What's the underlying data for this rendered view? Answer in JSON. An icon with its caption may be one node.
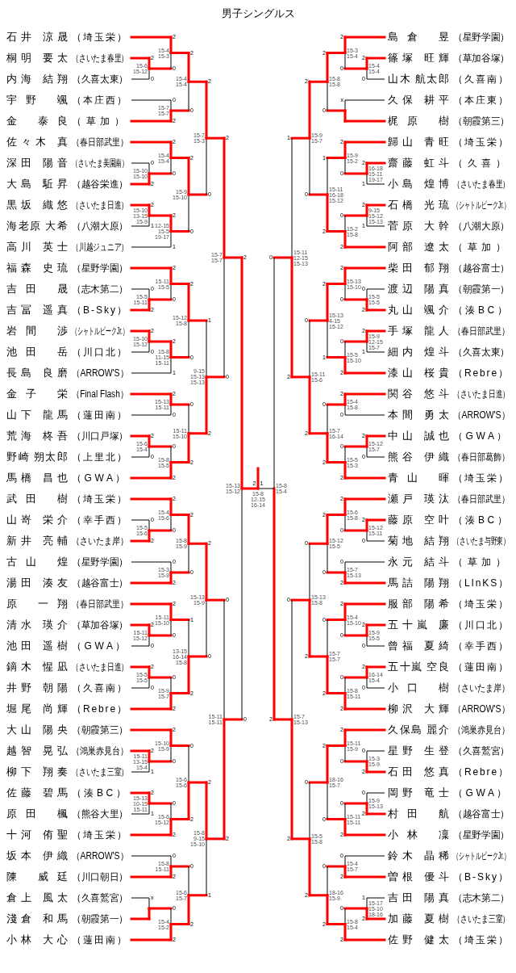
{
  "diagram": {
    "title": "男子シングルス",
    "nodes": [
      {
        "text": [
          "石井 涼晟",
          "（埼玉栄）"
        ]
      },
      {
        "text": [
          "桐明 要太",
          "（さいたま春里）"
        ]
      },
      {
        "text": [
          "内海 結翔",
          "（久喜太東）"
        ]
      },
      {
        "text": [
          "宇野 颯",
          "（本庄西）"
        ]
      },
      {
        "text": [
          "金 泰良",
          "（草加）"
        ]
      },
      {
        "text": [
          "佐々木 真",
          "（春日部武里）"
        ]
      },
      {
        "text": [
          "深田 陽音",
          "（さいたま美園南）"
        ]
      },
      {
        "text": [
          "大島 駈昇",
          "（越谷栄進）"
        ]
      },
      {
        "text": [
          "黒坂 織悠",
          "（さいたま日進）"
        ]
      },
      {
        "text": [
          "海老原 大希",
          "（八潮大原）"
        ]
      },
      {
        "text": [
          "高川 英士",
          "（川越ジュニア）"
        ]
      },
      {
        "text": [
          "福森 史琉",
          "（星野学園）"
        ]
      },
      {
        "text": [
          "吉田 晟",
          "（志木第二）"
        ]
      },
      {
        "text": [
          "吉冨 遥真",
          "（B-Sky）"
        ]
      },
      {
        "text": [
          "岩間 渉",
          "（シャトルピークJr.）"
        ]
      },
      {
        "text": [
          "池田 岳",
          "（川口北）"
        ]
      },
      {
        "text": [
          "長島 良磨",
          "（ARROW'S）"
        ]
      },
      {
        "text": [
          "金子 栄",
          "（Final Flash）"
        ]
      },
      {
        "text": [
          "山下 龍馬",
          "（蓮田南）"
        ]
      },
      {
        "text": [
          "荒海 柊吾",
          "（川口戸塚）"
        ]
      },
      {
        "text": [
          "野崎 朔太郎",
          "（上里北）"
        ]
      },
      {
        "text": [
          "馬橋 昌也",
          "（GWA）"
        ]
      },
      {
        "text": [
          "武田 樹",
          "（埼玉栄）"
        ]
      },
      {
        "text": [
          "山嵜 栄介",
          "（幸手西）"
        ]
      },
      {
        "text": [
          "新井 亮輔",
          "（さいたま岸）"
        ]
      },
      {
        "text": [
          "古山 煌",
          "（星野学園）"
        ]
      },
      {
        "text": [
          "湯田 湊友",
          "（越谷富士）"
        ]
      },
      {
        "text": [
          "原 一翔",
          "（春日部武里）"
        ]
      },
      {
        "text": [
          "清水 瑛介",
          "（草加谷塚）"
        ]
      },
      {
        "text": [
          "池田 遥樹",
          "（GWA）"
        ]
      },
      {
        "text": [
          "鏑木 惺凪",
          "（さいたま日進）"
        ]
      },
      {
        "text": [
          "井野 朝陽",
          "（久喜南）"
        ]
      },
      {
        "text": [
          "堀尾 尚輝",
          "（Rebre）"
        ]
      },
      {
        "text": [
          "大山 陽央",
          "（朝霞第三）"
        ]
      },
      {
        "text": [
          "越智 晃弘",
          "（鴻巣赤見台）"
        ]
      },
      {
        "text": [
          "柳下 翔奏",
          "（さいたま三室）"
        ]
      },
      {
        "text": [
          "佐藤 碧馬",
          "（湊BC）"
        ]
      },
      {
        "text": [
          "原田 楓",
          "（熊谷大里）"
        ]
      },
      {
        "text": [
          "十河 侑聖",
          "（埼玉栄）"
        ]
      },
      {
        "text": [
          "坂本 伊織",
          "（ARROW'S）"
        ]
      },
      {
        "text": [
          "陳 威廷",
          "（川口朝日）"
        ]
      },
      {
        "text": [
          "倉上 風太",
          "（久喜鷲宮）"
        ]
      },
      {
        "text": [
          "淺倉 和馬",
          "（朝霞第一）"
        ]
      },
      {
        "text": [
          "小林 大心",
          "（蓮田南）"
        ]
      },
      {
        "text": [
          "島倉 昱",
          "（星野学園）"
        ]
      },
      {
        "text": [
          "篠塚 旺輝",
          "（草加谷塚）"
        ]
      },
      {
        "text": [
          "山木 航太郎",
          "（久喜南）"
        ]
      },
      {
        "text": [
          "久保 耕平",
          "（本庄東）"
        ]
      },
      {
        "text": [
          "梶原 樹",
          "（朝霞第三）"
        ]
      },
      {
        "text": [
          "歸山 青旺",
          "（埼玉栄）"
        ]
      },
      {
        "text": [
          "齋藤 虹斗",
          "（久喜）"
        ]
      },
      {
        "text": [
          "小島 煌博",
          "（さいたま春里）"
        ]
      },
      {
        "text": [
          "石橋 光琉",
          "（シャトルピークJr.）"
        ]
      },
      {
        "text": [
          "菅原 大幹",
          "（八潮大原）"
        ]
      },
      {
        "text": [
          "阿部 遼太",
          "（草加）"
        ]
      },
      {
        "text": [
          "柴田 郁翔",
          "（越谷富士）"
        ]
      },
      {
        "text": [
          "渡辺 陽真",
          "（朝霞第一）"
        ]
      },
      {
        "text": [
          "丸山 颯介",
          "（湊BC）"
        ]
      },
      {
        "text": [
          "手塚 龍人",
          "（春日部武里）"
        ]
      },
      {
        "text": [
          "細内 煌斗",
          "（久喜太東）"
        ]
      },
      {
        "text": [
          "漆山 桜貴",
          "（Rebre）"
        ]
      },
      {
        "text": [
          "関谷 悠斗",
          "（さいたま日進）"
        ]
      },
      {
        "text": [
          "本間 勇太",
          "（ARROW'S）"
        ]
      },
      {
        "text": [
          "中山 誠也",
          "（GWA）"
        ]
      },
      {
        "text": [
          "熊谷 伊織",
          "（春日部葛飾）"
        ]
      },
      {
        "text": [
          "青山 暉",
          "（埼玉栄）"
        ]
      },
      {
        "text": [
          "瀬戸 瑛汰",
          "（春日部武里）"
        ]
      },
      {
        "text": [
          "藤原 空叶",
          "（湊BC）"
        ]
      },
      {
        "text": [
          "菊地 結翔",
          "（さいたま与野東）"
        ]
      },
      {
        "text": [
          "永元 結斗",
          "（草加）"
        ]
      },
      {
        "text": [
          "馬詰 陽翔",
          "（LInKS）"
        ]
      },
      {
        "text": [
          "服部 陽希",
          "（埼玉栄）"
        ]
      },
      {
        "text": [
          "五十嵐 廉",
          "（川口北）"
        ]
      },
      {
        "text": [
          "曾福 夏綺",
          "（幸手西）"
        ]
      },
      {
        "text": [
          "五十嵐 空良",
          "（蓮田南）"
        ]
      },
      {
        "text": [
          "小口 樹",
          "（さいたま岸）"
        ]
      },
      {
        "text": [
          "柳沢 大輝",
          "（ARROW'S）"
        ]
      },
      {
        "text": [
          "久保島 麗介",
          "（鴻巣赤見台）"
        ]
      },
      {
        "text": [
          "星野 生登",
          "（久喜鷲宮）"
        ]
      },
      {
        "text": [
          "石田 悠真",
          "（Rebre）"
        ]
      },
      {
        "text": [
          "岡野 竜士",
          "（GWA）"
        ]
      },
      {
        "text": [
          "村田 航",
          "（越谷富士）"
        ]
      },
      {
        "text": [
          "小林 凜",
          "（星野学園）"
        ]
      },
      {
        "text": [
          "鈴木 晶稀",
          "（シャトルピークJr.）"
        ]
      },
      {
        "text": [
          "曽根 優斗",
          "（B-Sky）"
        ]
      },
      {
        "text": [
          "吉田 陽真",
          "（志木第二）"
        ]
      },
      {
        "text": [
          "加藤 夏樹",
          "（さいたま三室）"
        ]
      },
      {
        "text": [
          "佐野 健太",
          "（埼玉栄）"
        ]
      }
    ],
    "labels": [
      "2",
      "15-6 15-12",
      "0",
      "2",
      "15-4 15-3",
      "0",
      "0",
      "15-7 15-7",
      "2",
      "2",
      "15-4 15-4",
      "0",
      "0",
      "15-10 15-10",
      "2",
      "2",
      "15-4 15-4",
      "0",
      "2",
      "15-10 13-15 15-9",
      "1",
      "2",
      "12-15 15-5 19-17",
      "1",
      "2",
      "15-9 15-10",
      "0",
      "2",
      "15-7 15-3",
      "0",
      "0",
      "15-5 15-11",
      "2",
      "2",
      "15-11 15-5",
      "0",
      "2",
      "15-10 15-12",
      "0",
      "2",
      "15-8 11-15 15-11",
      "1",
      "2",
      "15-12 15-8",
      "0",
      "2",
      "15-13 15-11",
      "0",
      "2",
      "15-6 15-4",
      "0",
      "0",
      "15-8 15-5",
      "2",
      "0",
      "15-11 15-10",
      "2",
      "1",
      "9-15 15-13 15-13",
      "2",
      "2",
      "15-7 15-7",
      "0",
      "0",
      "15-5 15-6",
      "2",
      "2",
      "15-4 15-6",
      "0",
      "0",
      "15-3 15-9",
      "2",
      "2",
      "15-8 15-9",
      "0",
      "2",
      "15-11 15-12",
      "0",
      "2",
      "15-11 15-10",
      "0",
      "2",
      "15-5 15-5",
      "0",
      "0",
      "15-9 15-7",
      "2",
      "1",
      "13-15 16-14 15-8",
      "2",
      "2",
      "15-13 15-9",
      "0",
      "2",
      "15-11 13-15 15-4",
      "1",
      "2",
      "15-10 15-9",
      "0",
      "2",
      "15-13 10-15 15-11",
      "1",
      "0",
      "15-6 15-12",
      "2",
      "0",
      "15-6 15-6",
      "2",
      "0",
      "15-8 15-11",
      "2",
      "x",
      "0",
      "15-4 15-2",
      "2",
      "0",
      "15-6 15-7",
      "2",
      "2",
      "15-8 9-15 15-10",
      "1",
      "0",
      "15-11 15-11",
      "2",
      "2",
      "15-13 15-12",
      "0",
      "2",
      "1",
      "15-8 12-15 16-14",
      "2",
      "15-4 15-4",
      "0",
      "2",
      "15-3 15-4",
      "0",
      "x",
      "2",
      "15-8 15-8",
      "0",
      "2",
      "16-18 15-11 19-17",
      "1",
      "2",
      "15-9 15-2",
      "0",
      "2",
      "9-15 15-12 15-13",
      "1",
      "0",
      "15-2 15-8",
      "2",
      "1",
      "15-11 16-18 15-12",
      "2",
      "2",
      "15-9 15-7",
      "0",
      "0",
      "15-5 15-5",
      "2",
      "2",
      "15-13 15-10",
      "0",
      "2",
      "15-9 12-15 15-7",
      "1",
      "0",
      "15-5 15-10",
      "2",
      "2",
      "15-13 4-15 15-12",
      "1",
      "2",
      "15-4 15-8",
      "0",
      "2",
      "15-12 15-7",
      "0",
      "0",
      "15-5 15-3",
      "2",
      "0",
      "15-7 16-14",
      "2",
      "0",
      "15-11 15-6",
      "2",
      "1",
      "15-11 12-15 15-13",
      "2",
      "2",
      "15-12 15-11",
      "0",
      "2",
      "15-6 15-8",
      "0",
      "0",
      "15-7 15-13",
      "2",
      "2",
      "15-12 15-5",
      "0",
      "2",
      "15-9 15-5",
      "0",
      "2",
      "15-4 15-10",
      "0",
      "2",
      "16-14 15-4",
      "0",
      "0",
      "15-8 15-11",
      "2",
      "0",
      "15-7 15-7",
      "2",
      "0",
      "15-13 15-8",
      "2",
      "0",
      "15-3 15-9",
      "2",
      "2",
      "15-11 15-9",
      "0",
      "0",
      "15-9 15-13",
      "2",
      "0",
      "15-11 15-11",
      "2",
      "2",
      "18-16 15-7",
      "0",
      "0",
      "15-4 15-7",
      "2",
      "1",
      "15-17 15-10 18-16",
      "2",
      "0",
      "15-8 15-4",
      "2",
      "0",
      "18-16 15-9",
      "2",
      "0",
      "15-5 15-8",
      "2",
      "0",
      "15-7 15-13",
      "2",
      "0",
      "15-8 15-4",
      "2"
    ]
  }
}
